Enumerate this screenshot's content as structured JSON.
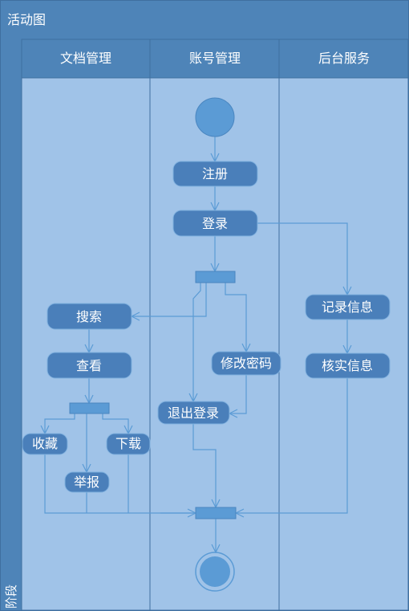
{
  "diagram": {
    "title": "活动图",
    "stage_label": "阶段",
    "lanes": [
      "文档管理",
      "账号管理",
      "后台服务"
    ],
    "nodes": {
      "register": "注册",
      "login": "登录",
      "search": "搜索",
      "view": "查看",
      "change_password": "修改密码",
      "logout": "退出登录",
      "collect": "收藏",
      "download": "下载",
      "report": "举报",
      "record_info": "记录信息",
      "verify_info": "核实信息"
    }
  },
  "colors": {
    "frame": "#4e84b8",
    "lane_body": "#a0c3e8",
    "node_fill": "#4a7fba",
    "bar_fill": "#5b9bd5",
    "edge": "#5b9bd5",
    "start_fill": "#5b9bd5"
  }
}
